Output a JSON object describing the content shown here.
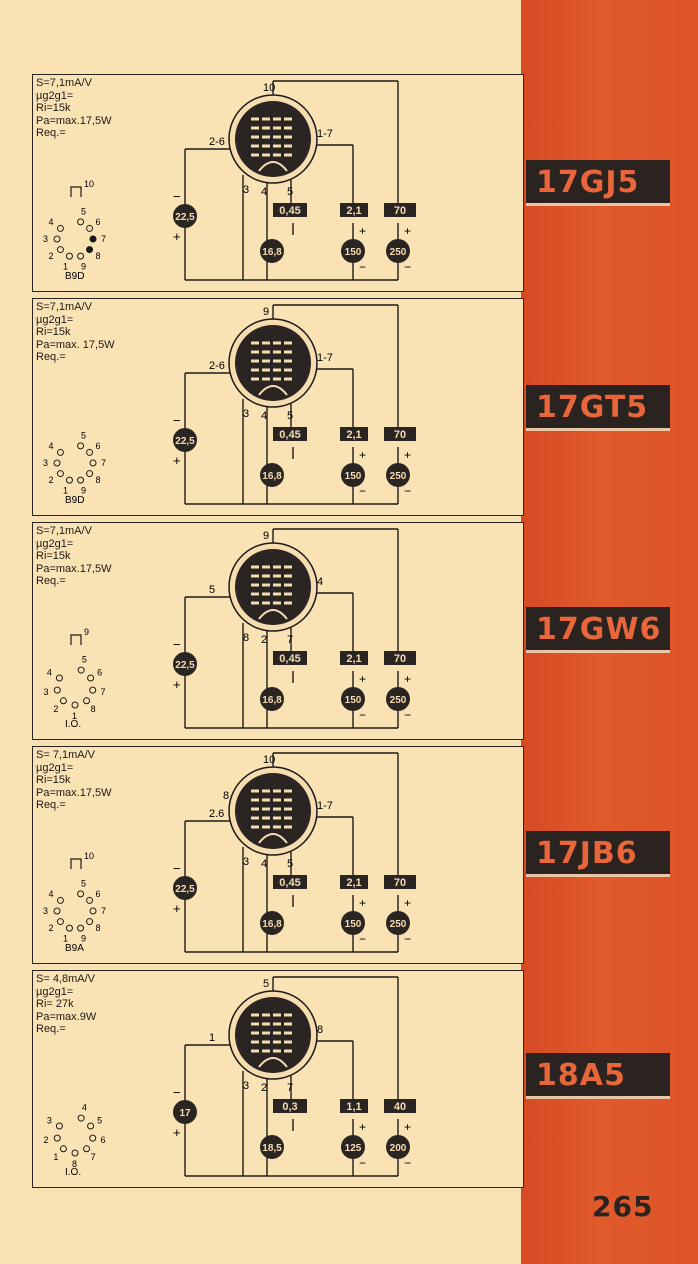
{
  "page_number": "265",
  "panels": [
    {
      "tube": "17GJ5",
      "specs": [
        "S=7,1mA/V",
        "µg2g1=",
        "Ri=15k",
        "Pa=max.17,5W",
        "Req.="
      ],
      "base": "B9D",
      "top_pin": "10",
      "pins": {
        "top": "10",
        "left": "2-6",
        "right": "1-7",
        "bottom": [
          "3",
          "4",
          "5"
        ]
      },
      "values": {
        "grid_bias": "22,5",
        "heater": "16,8",
        "r1": "0,45",
        "r2": "2,1",
        "r3": "70",
        "v1": "150",
        "v2": "250"
      },
      "socket_pins": [
        "5",
        "6",
        "7",
        "8",
        "9",
        "1",
        "2",
        "3",
        "4"
      ]
    },
    {
      "tube": "17GT5",
      "specs": [
        "S=7,1mA/V",
        "µg2g1=",
        "Ri=15k",
        "Pa=max. 17,5W",
        "Req.="
      ],
      "base": "B9D",
      "top_pin": "",
      "pins": {
        "top": "9",
        "left": "2-6",
        "right": "1-7",
        "bottom": [
          "3",
          "4",
          "5"
        ]
      },
      "values": {
        "grid_bias": "22,5",
        "heater": "16,8",
        "r1": "0,45",
        "r2": "2,1",
        "r3": "70",
        "v1": "150",
        "v2": "250"
      },
      "socket_pins": [
        "5",
        "6",
        "7",
        "8",
        "9",
        "1",
        "2",
        "3",
        "4"
      ]
    },
    {
      "tube": "17GW6",
      "specs": [
        "S=7,1mA/V",
        "µg2g1=",
        "Ri=15k",
        "Pa=max.17,5W",
        "Req.="
      ],
      "base": "I.O.",
      "top_pin": "9",
      "pins": {
        "top": "9",
        "left": "5",
        "right": "4",
        "bottom": [
          "8",
          "2",
          "7"
        ]
      },
      "values": {
        "grid_bias": "22,5",
        "heater": "16,8",
        "r1": "0,45",
        "r2": "2,1",
        "r3": "70",
        "v1": "150",
        "v2": "250"
      },
      "socket_pins": [
        "5",
        "6",
        "7",
        "8",
        "1",
        "2",
        "3",
        "4"
      ]
    },
    {
      "tube": "17JB6",
      "specs": [
        "S= 7,1mA/V",
        "µg2g1=",
        "Ri=15k",
        "Pa=max.17,5W",
        "Req.="
      ],
      "base": "B9A",
      "top_pin": "10",
      "pins": {
        "top": "10",
        "left": "2.6",
        "inner": "8",
        "right": "1-7",
        "bottom": [
          "3",
          "4",
          "5"
        ]
      },
      "values": {
        "grid_bias": "22,5",
        "heater": "16,8",
        "r1": "0,45",
        "r2": "2,1",
        "r3": "70",
        "v1": "150",
        "v2": "250"
      },
      "socket_pins": [
        "5",
        "6",
        "7",
        "8",
        "9",
        "1",
        "2",
        "3",
        "4"
      ]
    },
    {
      "tube": "18A5",
      "specs": [
        "S= 4,8mA/V",
        "µg2g1=",
        "Ri= 27k",
        "Pa=max.9W",
        "Req.="
      ],
      "base": "I.O.",
      "top_pin": "",
      "pins": {
        "top": "5",
        "left": "1",
        "right": "8",
        "bottom": [
          "3",
          "2",
          "7"
        ]
      },
      "values": {
        "grid_bias": "17",
        "heater": "18,5",
        "r1": "0,3",
        "r2": "1,1",
        "r3": "40",
        "v1": "125",
        "v2": "200"
      },
      "socket_pins": [
        "4",
        "5",
        "6",
        "7",
        "8",
        "1",
        "2",
        "3"
      ]
    }
  ],
  "colors": {
    "paper": "#f9e2b2",
    "band": "#e05a2c",
    "ink": "#1c1a18",
    "label_bg": "#2a2320",
    "label_text": "#e8663a"
  }
}
